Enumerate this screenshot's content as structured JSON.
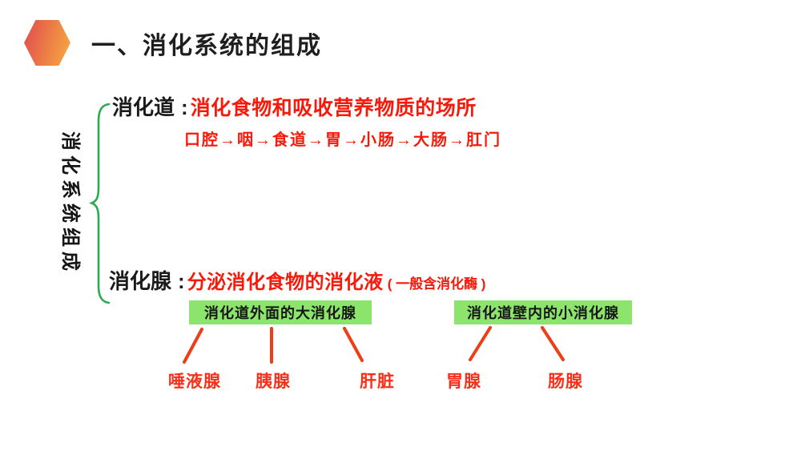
{
  "slide": {
    "title": "一、消化系统的组成",
    "root_label": "消化系统组成"
  },
  "tract": {
    "label": "消化道",
    "colon": ":",
    "definition": "消化食物和吸收营养物质的场所",
    "pathway": "口腔→咽→食道→胃→小肠→大肠→肛门"
  },
  "glands": {
    "label": "消化腺",
    "colon": ":",
    "definition": "分泌消化食物的消化液",
    "note": "( 一般含消化酶 )",
    "groups": [
      {
        "box_label": "消化道外面的大消化腺",
        "items": [
          "唾液腺",
          "胰腺",
          "肝脏"
        ]
      },
      {
        "box_label": "消化道壁内的小消化腺",
        "items": [
          "胃腺",
          "肠腺"
        ]
      }
    ]
  },
  "icons": {
    "bullet": "hexagon-icon"
  },
  "colors": {
    "accent_red_text": "#f8190b",
    "leaf_label_red": "#f93019",
    "connector_line_red": "#ee3e18",
    "brace_green": "#2ca952",
    "category_box_green": "#8de46c",
    "hexagon_gradient_start": "#e2544d",
    "hexagon_gradient_end": "#f6a83f",
    "text_black": "#1b1b1b",
    "background": "#ffffff"
  }
}
